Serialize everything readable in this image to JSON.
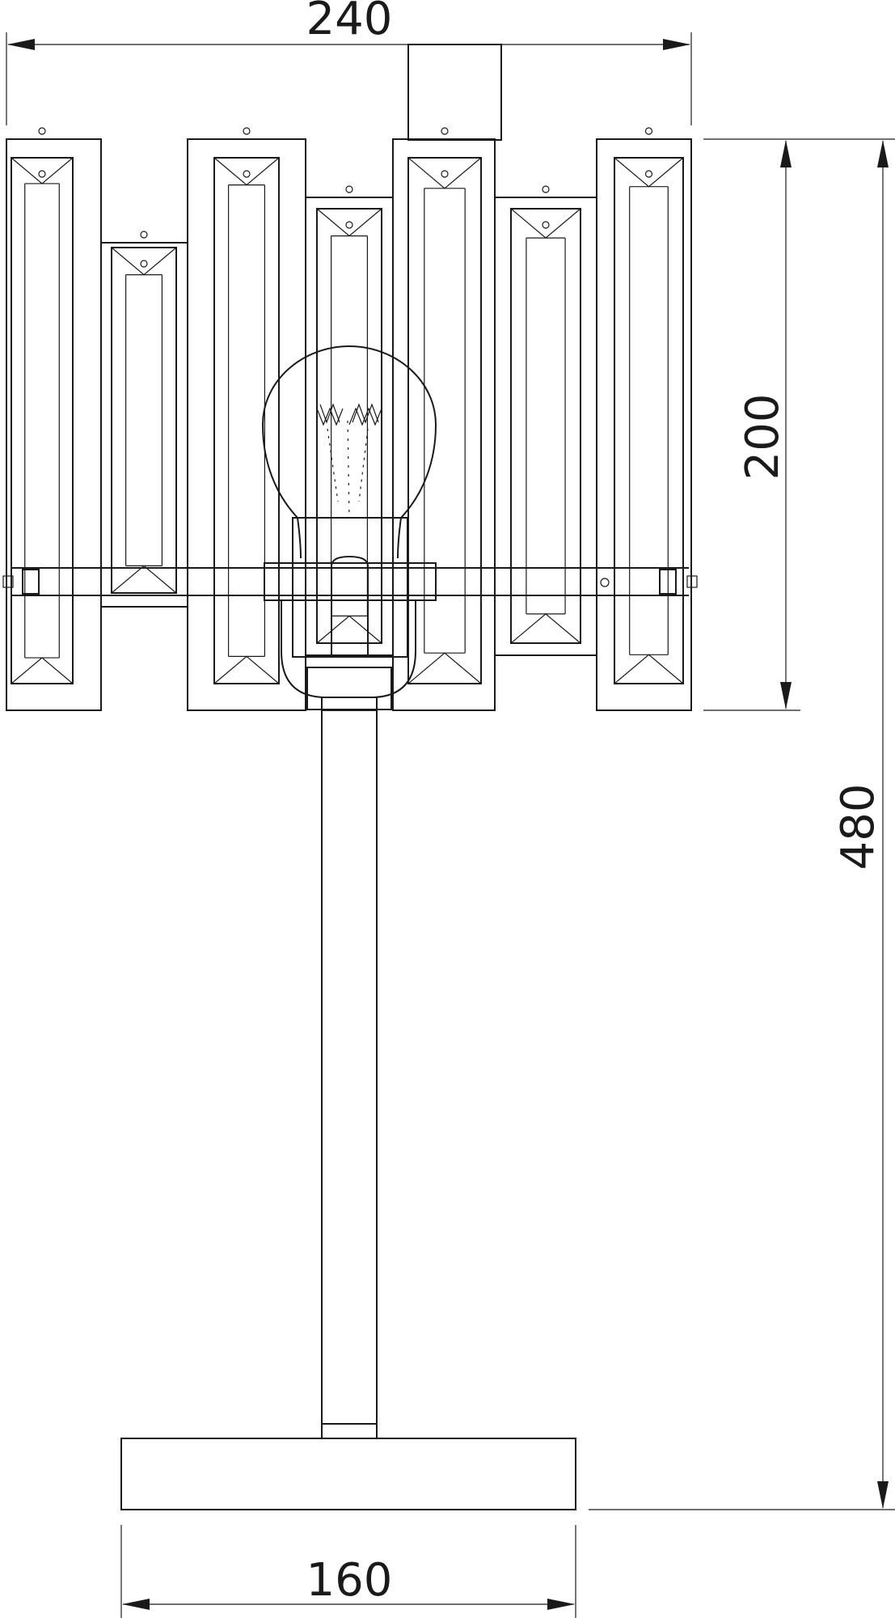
{
  "dimensions": {
    "shade_width": "240",
    "shade_height": "200",
    "total_height": "480",
    "base_width": "160"
  },
  "colors": {
    "line": "#1a1a1a",
    "background": "#ffffff"
  }
}
